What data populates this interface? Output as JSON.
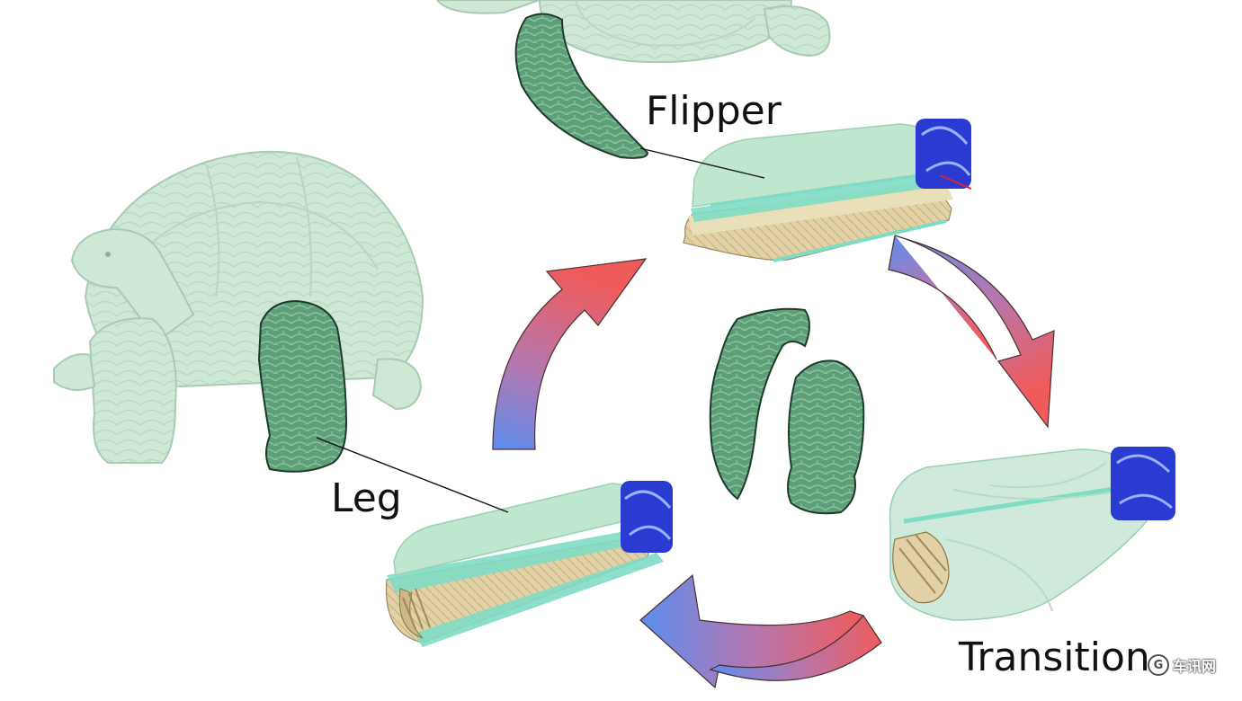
{
  "labels": {
    "flipper": "Flipper",
    "leg": "Leg",
    "transition": "Transition"
  },
  "watermark": {
    "glyph": "G",
    "text": "车讯网"
  },
  "colors": {
    "arrow_red": "#ef5b5b",
    "arrow_blue": "#5b8def",
    "limb_green": "#5e9f7a",
    "limb_outline": "#1d3b2a",
    "turtle_faded": "#cfe8d6",
    "turtle_faded_outline": "#a9cbb4",
    "foam_mint": "#bfe6cf",
    "foam_cyan": "#7fdcc4",
    "fabric_tan": "#e2d1a6",
    "motor_blue": "#2b3bd1"
  },
  "icons": {
    "flipper_limb": "sea-turtle-flipper-icon",
    "leg_limb": "tortoise-leg-icon"
  }
}
